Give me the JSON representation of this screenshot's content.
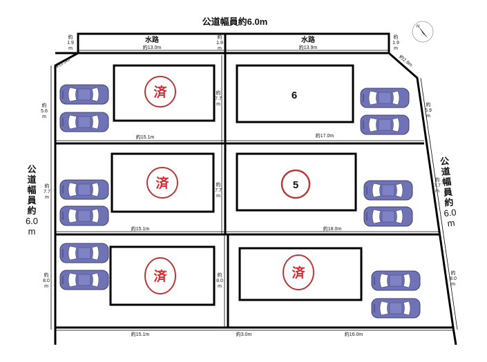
{
  "roads": {
    "top": "公道幅員約6.0m",
    "left_lines": [
      "公",
      "道",
      "幅",
      "員",
      "約",
      "6.0",
      "m"
    ],
    "right_lines": [
      "公",
      "道",
      "幅",
      "員",
      "約",
      "6.0",
      "m"
    ]
  },
  "canals": [
    {
      "label": "水路",
      "length": "約13.0m"
    },
    {
      "label": "水路",
      "length": "約13.9m"
    }
  ],
  "compass": {
    "label": "N"
  },
  "dimensions": {
    "canal_width_left": [
      "約",
      "1.9",
      "m"
    ],
    "canal_width_mid": [
      "約",
      "1.9",
      "m"
    ],
    "canal_width_right": [
      "約",
      "1.9",
      "m"
    ],
    "corner_left": "約3.0m",
    "corner_right": "約2.9m",
    "row1_left_depth": [
      "約",
      "5.6",
      "m"
    ],
    "row1_mid_depth": [
      "約",
      "7.7",
      "m"
    ],
    "row1_right_depth": [
      "約",
      "5.9",
      "m"
    ],
    "row1_left_width": "約15.1m",
    "row1_right_width": "約17.0m",
    "row2_left_depth": [
      "約",
      "7.7",
      "m"
    ],
    "row2_mid_depth": [
      "約",
      "7.7",
      "m"
    ],
    "row2_right_depth": [
      "約",
      "7.7",
      "m"
    ],
    "row2_left_width": "約15.1m",
    "row2_right_width": "約18.0m",
    "row3_left_depth": [
      "約",
      "8.0",
      "m"
    ],
    "row3_mid_depth": [
      "約",
      "8.0",
      "m"
    ],
    "row3_right_depth": [
      "約",
      "8.0",
      "m"
    ],
    "row3_left_width": "約15.1m",
    "row3_gap_width": "約3.0m",
    "row3_right_width": "約16.0m"
  },
  "lots": [
    {
      "position": "top-left",
      "mark": "済",
      "status": "sold"
    },
    {
      "position": "top-right",
      "mark": "6",
      "status": "available"
    },
    {
      "position": "middle-left",
      "mark": "済",
      "status": "sold"
    },
    {
      "position": "middle-right",
      "mark": "5",
      "status": "available"
    },
    {
      "position": "bottom-left",
      "mark": "済",
      "status": "sold"
    },
    {
      "position": "bottom-right",
      "mark": "済",
      "status": "sold"
    }
  ],
  "colors": {
    "stamp": "#d8282e",
    "car": "#6f73b5",
    "ring": "#b73a3a"
  }
}
